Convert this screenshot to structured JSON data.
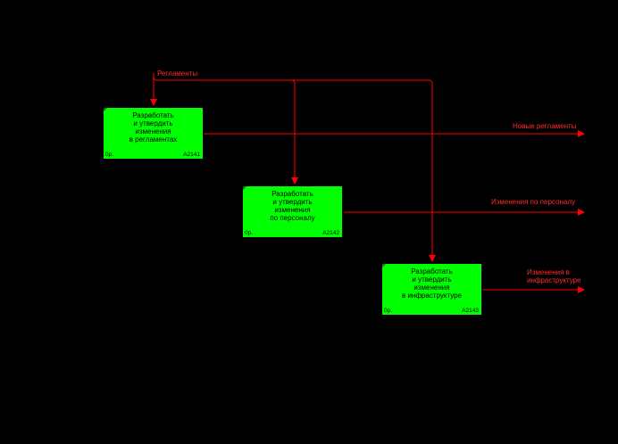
{
  "colors": {
    "background": "#000000",
    "box_fill": "#00ff00",
    "arrow": "#ff0000",
    "label": "#ff2a2a"
  },
  "diagram": {
    "control_label": "Регламенты",
    "boxes": [
      {
        "title": "Разработать\nи утвердить\nизменения\nв регламентах",
        "left_tag": "0р.",
        "node": "А2141"
      },
      {
        "title": "Разработать\nи утвердить\nизменения\nпо персоналу",
        "left_tag": "0р.",
        "node": "А2142"
      },
      {
        "title": "Разработать\nи утвердить\nизменения\nв инфраструктуре",
        "left_tag": "0р.",
        "node": "А2143"
      }
    ],
    "outputs": [
      {
        "label": "Новые регламенты"
      },
      {
        "label": "Изменения по персоналу"
      },
      {
        "label": "Изменения в\nинфраструктуре"
      }
    ]
  }
}
